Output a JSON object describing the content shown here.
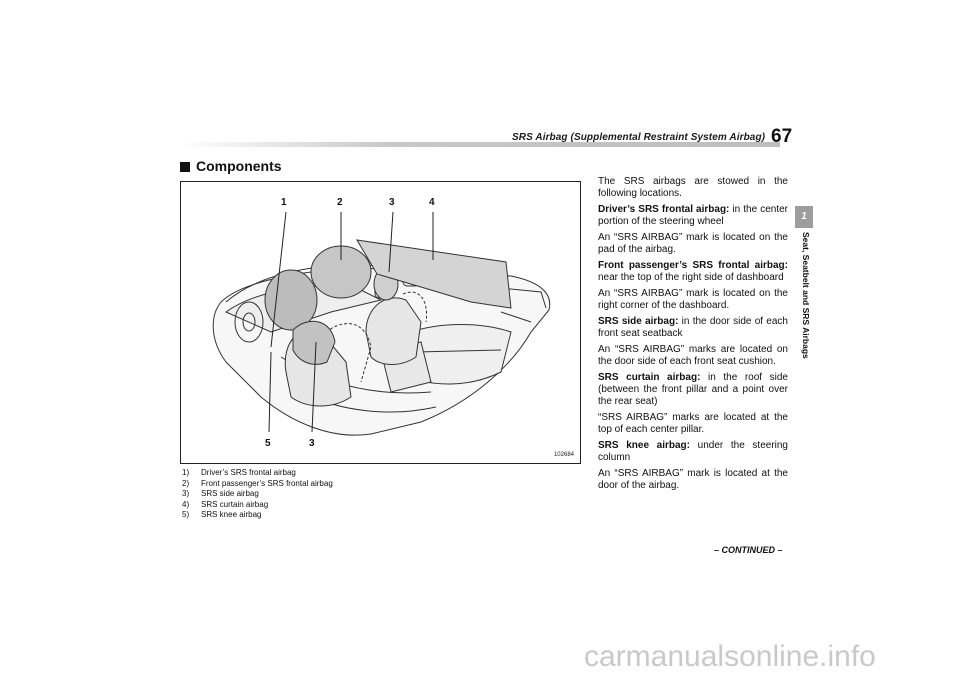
{
  "header": {
    "title": "SRS Airbag (Supplemental Restraint System Airbag)",
    "page_number": "67"
  },
  "section": {
    "heading": "Components"
  },
  "figure": {
    "code": "102684",
    "callouts": [
      "1",
      "2",
      "3",
      "4",
      "5",
      "3"
    ]
  },
  "legend": [
    {
      "num": "1)",
      "text": "Driver’s SRS frontal airbag"
    },
    {
      "num": "2)",
      "text": "Front passenger’s SRS frontal airbag"
    },
    {
      "num": "3)",
      "text": "SRS side airbag"
    },
    {
      "num": "4)",
      "text": "SRS curtain airbag"
    },
    {
      "num": "5)",
      "text": "SRS knee airbag"
    }
  ],
  "body": {
    "intro": "The SRS airbags are stowed in the following locations.",
    "driver_label": "Driver’s SRS frontal airbag:",
    "driver_text": " in the center portion of the steering wheel",
    "driver_mark": "An “SRS AIRBAG” mark is located on the pad of the airbag.",
    "passenger_label": "Front passenger’s SRS frontal airbag:",
    "passenger_text": " near the top of the right side of dashboard",
    "passenger_mark": "An “SRS AIRBAG” mark is located on the right corner of the dashboard.",
    "side_label": "SRS side airbag:",
    "side_text": " in the door side of each front seat seatback",
    "side_mark": "An “SRS AIRBAG” marks are located on the door side of each front seat cushion.",
    "curtain_label": "SRS curtain airbag:",
    "curtain_text": " in the roof side (between the front pillar and a point over the rear seat)",
    "curtain_mark": "“SRS AIRBAG” marks are located at the top of each center pillar.",
    "knee_label": "SRS knee airbag:",
    "knee_text": " under the steering column",
    "knee_mark": "An “SRS AIRBAG” mark is located at the door of the airbag."
  },
  "sidebar": {
    "chapter": "1",
    "title": "Seat, Seatbelt and SRS Airbags"
  },
  "footer": {
    "continued": "– CONTINUED –"
  },
  "watermark": "carmanualsonline.info"
}
